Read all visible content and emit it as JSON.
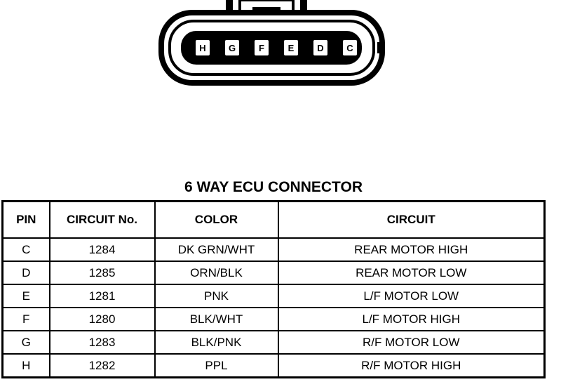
{
  "connector": {
    "pins": [
      "H",
      "G",
      "F",
      "E",
      "D",
      "C"
    ]
  },
  "title": "6 WAY ECU CONNECTOR",
  "table": {
    "headers": {
      "pin": "PIN",
      "circuit_no": "CIRCUIT No.",
      "color": "COLOR",
      "circuit": "CIRCUIT"
    },
    "rows": [
      {
        "pin": "C",
        "circuit_no": "1284",
        "color": "DK GRN/WHT",
        "circuit": "REAR MOTOR HIGH"
      },
      {
        "pin": "D",
        "circuit_no": "1285",
        "color": "ORN/BLK",
        "circuit": "REAR MOTOR LOW"
      },
      {
        "pin": "E",
        "circuit_no": "1281",
        "color": "PNK",
        "circuit": "L/F MOTOR LOW"
      },
      {
        "pin": "F",
        "circuit_no": "1280",
        "color": "BLK/WHT",
        "circuit": "L/F MOTOR HIGH"
      },
      {
        "pin": "G",
        "circuit_no": "1283",
        "color": "BLK/PNK",
        "circuit": "R/F MOTOR LOW"
      },
      {
        "pin": "H",
        "circuit_no": "1282",
        "color": "PPL",
        "circuit": "R/F MOTOR HIGH"
      }
    ]
  }
}
